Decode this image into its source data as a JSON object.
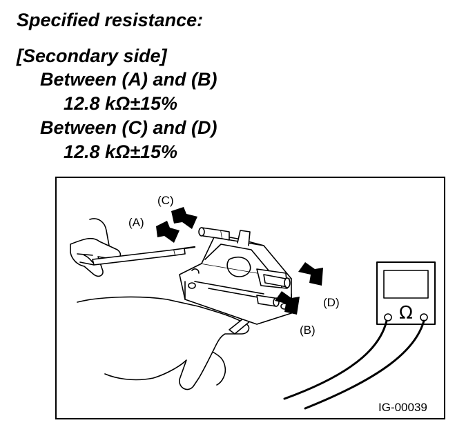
{
  "spec": {
    "title": "Specified resistance:",
    "side": "[Secondary side]",
    "items": [
      {
        "between": "Between (A) and (B)",
        "value": "12.8 kΩ±15%"
      },
      {
        "between": "Between (C) and (D)",
        "value": "12.8 kΩ±15%"
      }
    ]
  },
  "figure": {
    "callouts": {
      "a": "(A)",
      "b": "(B)",
      "c": "(C)",
      "d": "(D)"
    },
    "meter_symbol": "Ω",
    "figure_id": "IG-00039"
  }
}
